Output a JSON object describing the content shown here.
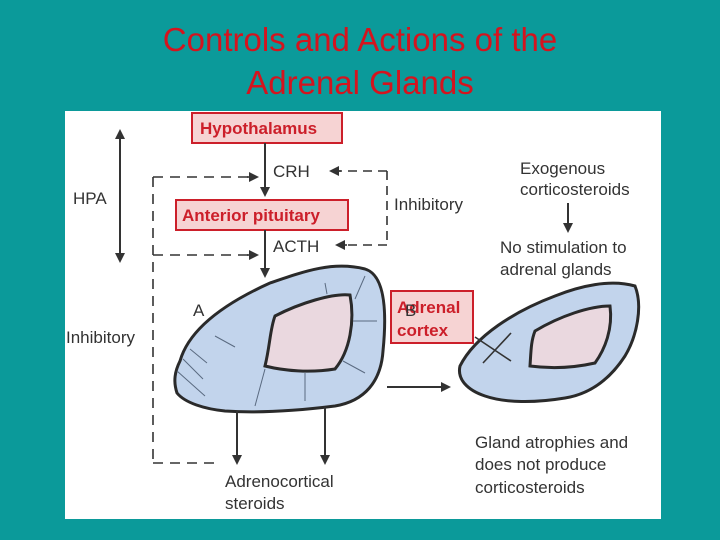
{
  "title": {
    "line1": "Controls and Actions of the",
    "line2": "Adrenal Glands"
  },
  "diagram": {
    "hypothalamus": "Hypothalamus",
    "crh": "CRH",
    "anterior_pituitary": "Anterior pituitary",
    "acth": "ACTH",
    "hpa": "HPA",
    "inhibitory_loop": "Inhibitory",
    "inhibitory_side": "Inhibitory",
    "label_a": "A",
    "label_b": "B",
    "adrenal_cortex_line1": "Adrenal",
    "adrenal_cortex_line2": "cortex",
    "exogenous_line1": "Exogenous",
    "exogenous_line2": "corticosteroids",
    "nostim_line1": "No stimulation to",
    "nostim_line2": "adrenal glands",
    "adrenocortical_line1": "Adrenocortical",
    "adrenocortical_line2": "steroids",
    "atrophy_line1": "Gland atrophies and",
    "atrophy_line2": "does not produce",
    "atrophy_line3": "corticosteroids"
  },
  "colors": {
    "background": "#0b9a9a",
    "title": "#d4141e",
    "box_fill": "#f6d3d3",
    "box_border": "#cc1f2a",
    "gland_outer": "#c2d4ec",
    "gland_inner": "#ead8df"
  }
}
